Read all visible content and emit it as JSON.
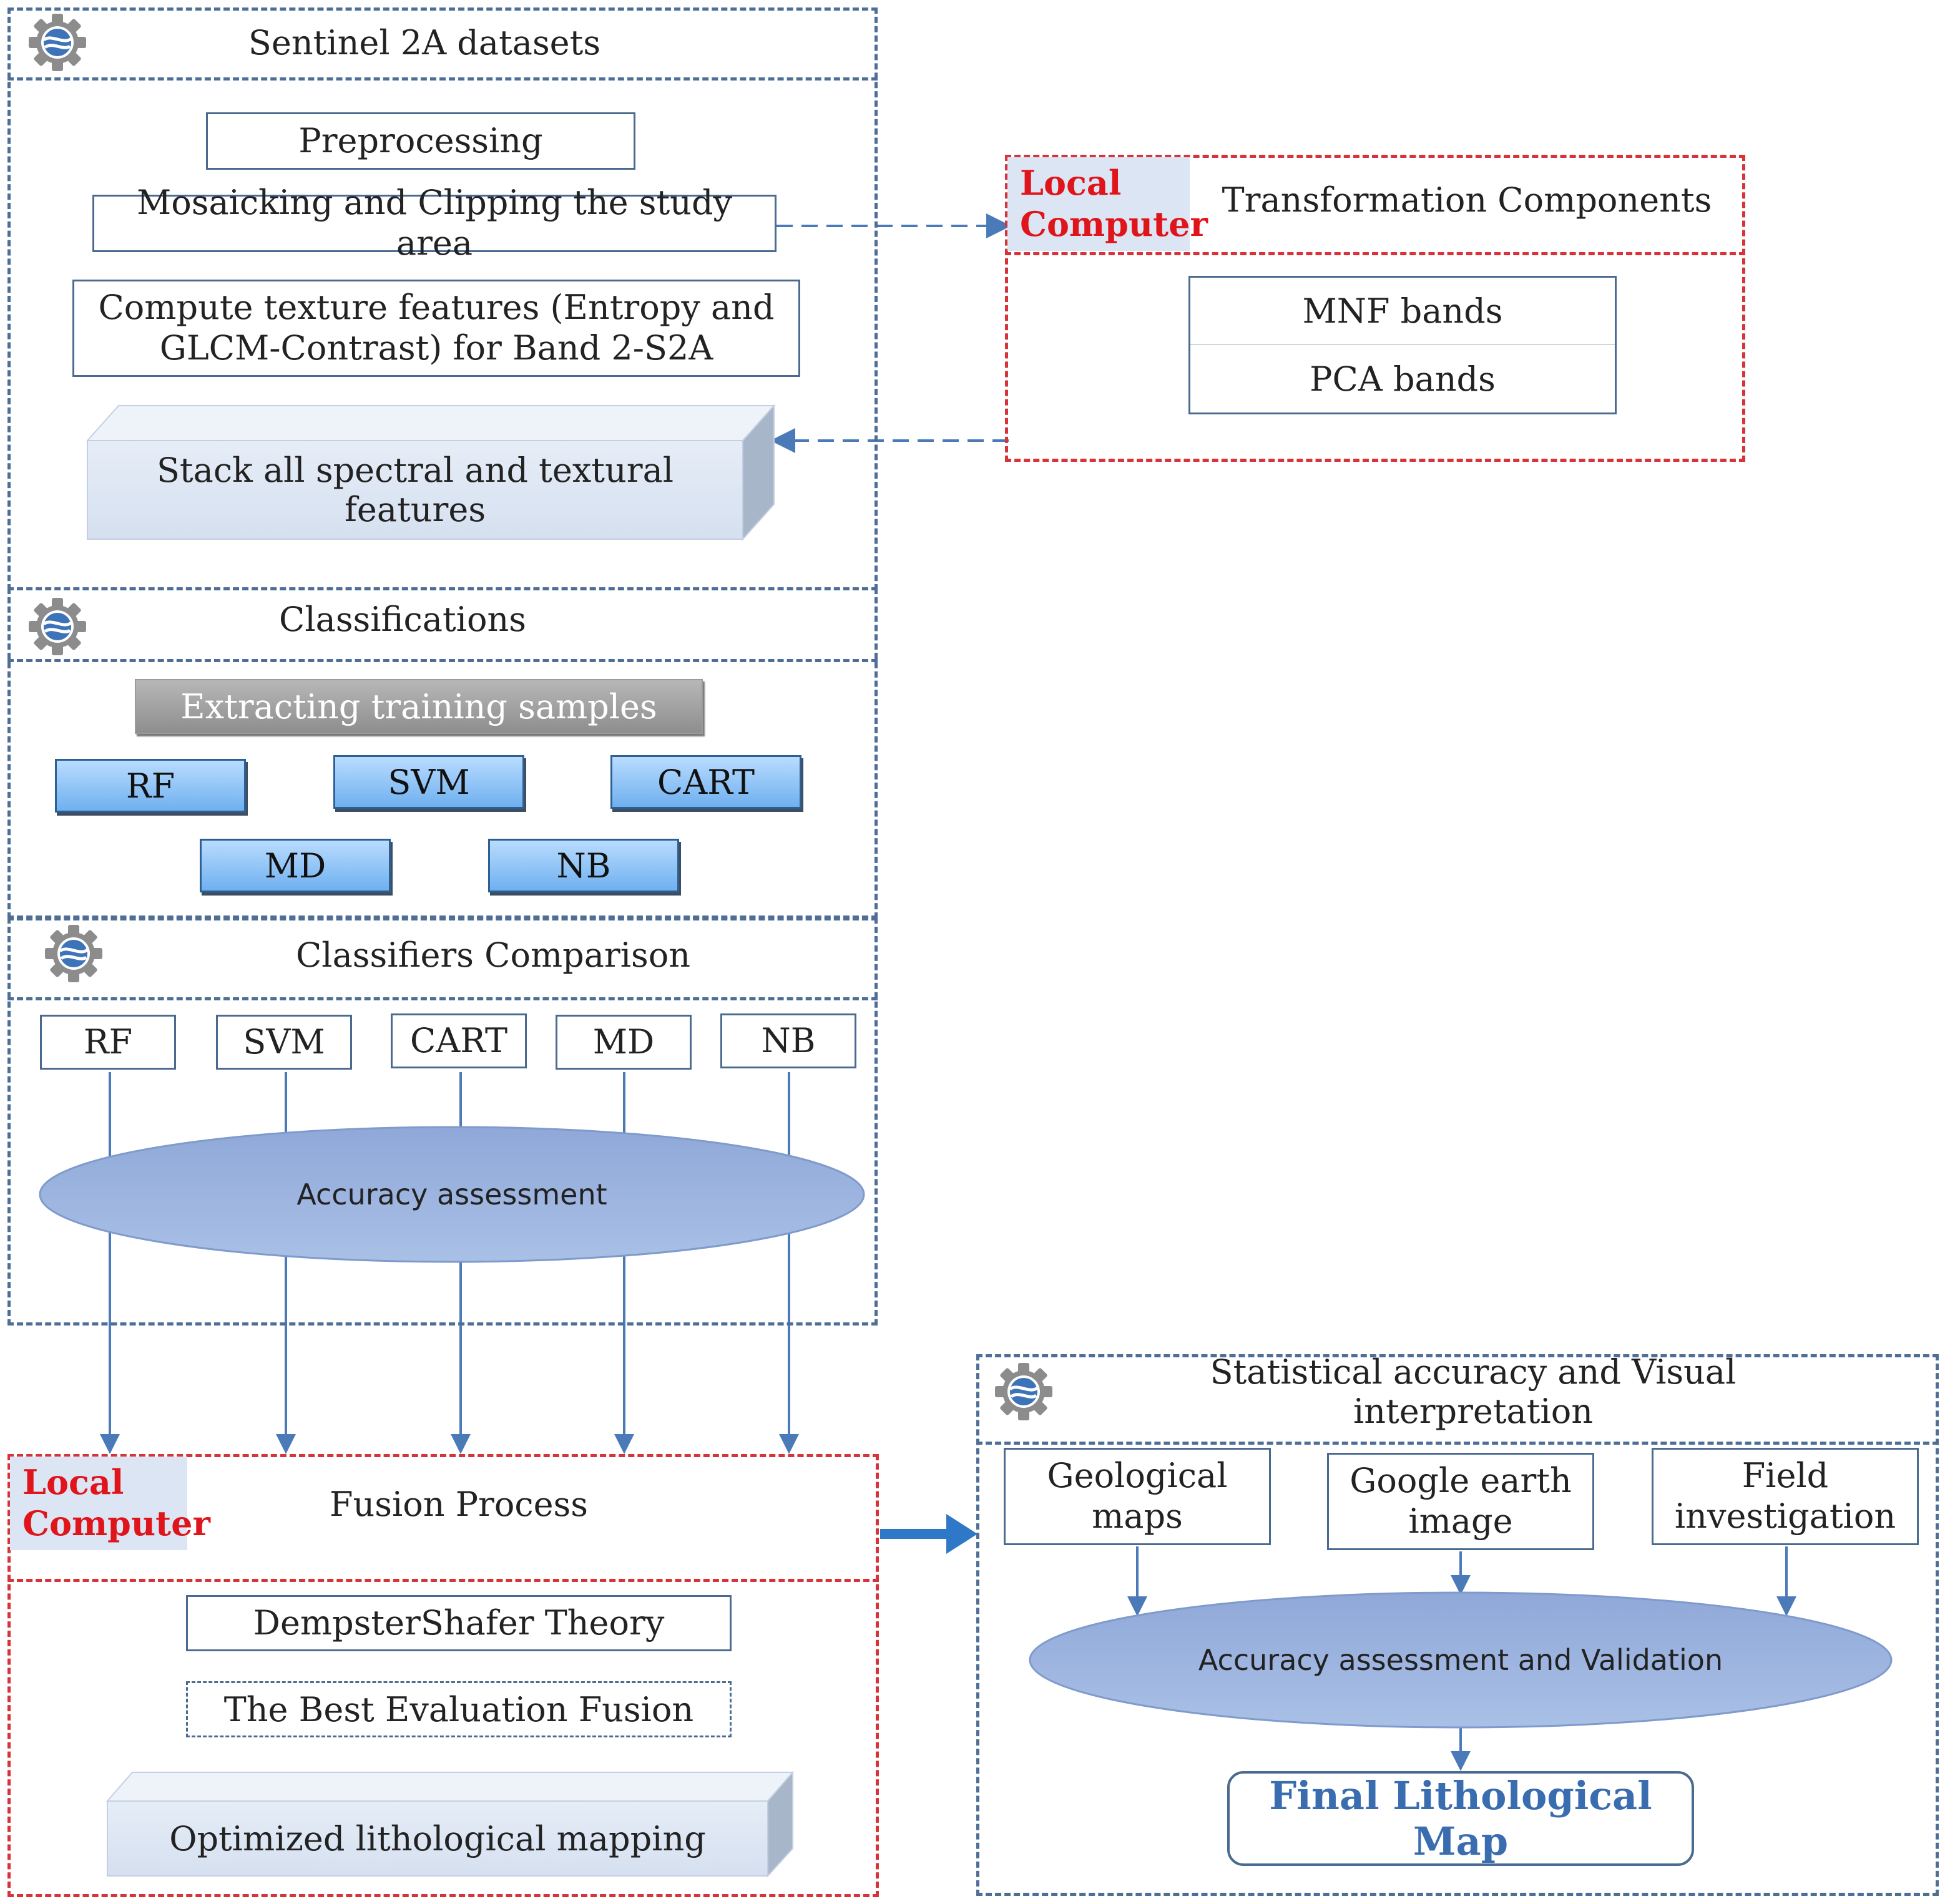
{
  "sections": {
    "sentinel": {
      "title": "Sentinel 2A datasets",
      "steps": {
        "preprocessing": "Preprocessing",
        "mosaicking": "Mosaicking and Clipping the study area",
        "texture_line1": "Compute texture features (Entropy and",
        "texture_line2": "GLCM-Contrast) for Band 2-S2A",
        "stack": "Stack all spectral and textural features"
      }
    },
    "transformation": {
      "local_line1": "Local",
      "local_line2": "Computer",
      "title": "Transformation Components",
      "bands": [
        "MNF bands",
        "PCA bands"
      ]
    },
    "classifications": {
      "title": "Classifications",
      "training": "Extracting training samples",
      "classifiers": [
        "RF",
        "SVM",
        "CART",
        "MD",
        "NB"
      ]
    },
    "comparison": {
      "title": "Classifiers Comparison",
      "classifiers": [
        "RF",
        "SVM",
        "CART",
        "MD",
        "NB"
      ],
      "assessment": "Accuracy assessment"
    },
    "fusion": {
      "local_line1": "Local",
      "local_line2": "Computer",
      "title": "Fusion Process",
      "theory": "DempsterShafer Theory",
      "best": "The Best Evaluation Fusion",
      "optimized": "Optimized lithological mapping"
    },
    "validation": {
      "title": "Statistical accuracy and Visual interpretation",
      "sources": [
        {
          "line1": "Geological",
          "line2": "maps"
        },
        {
          "line1": "Google earth",
          "line2": "image"
        },
        {
          "line1": "Field",
          "line2": "investigation"
        }
      ],
      "assessment": "Accuracy assessment and Validation",
      "final": "Final Lithological Map"
    }
  },
  "colors": {
    "frame_blue": "#4f6e95",
    "frame_red": "#d6333a",
    "connector_blue": "#4a7ab8",
    "arrow_blue": "#2f78c8",
    "ellipse_fill_top": "#8fa8d8",
    "ellipse_fill_bottom": "#a9c0e6",
    "slab_face": "#dfe7f3",
    "local_label_text": "#e0141b",
    "final_map_text": "#3a6db0"
  },
  "icons": [
    "gear-globe-icon"
  ]
}
